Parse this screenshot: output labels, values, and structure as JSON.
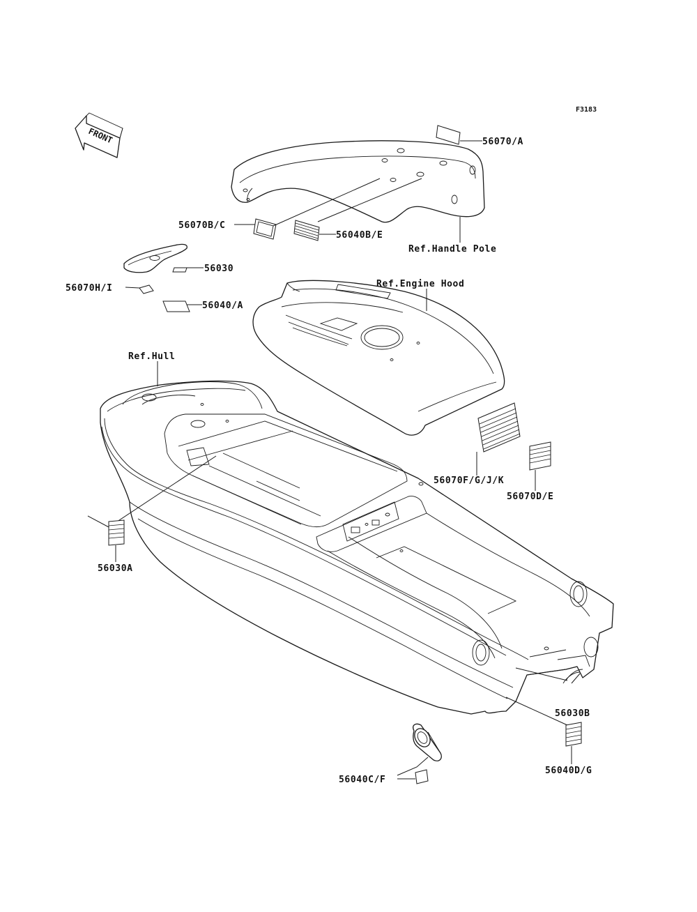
{
  "figure_code": "F3183",
  "direction_arrow": "FRONT",
  "callouts": {
    "p56070_a": "56070/A",
    "p56070_bc": "56070B/C",
    "p56040_be": "56040B/E",
    "ref_handle_pole": "Ref.Handle Pole",
    "p56030": "56030",
    "p56070_hi": "56070H/I",
    "p56040_a": "56040/A",
    "ref_engine_hood": "Ref.Engine Hood",
    "ref_hull": "Ref.Hull",
    "p56070_fgjk": "56070F/G/J/K",
    "p56070_de": "56070D/E",
    "p56030a": "56030A",
    "p56030b": "56030B",
    "p56040_dg": "56040D/G",
    "p56040_cf": "56040C/F"
  }
}
